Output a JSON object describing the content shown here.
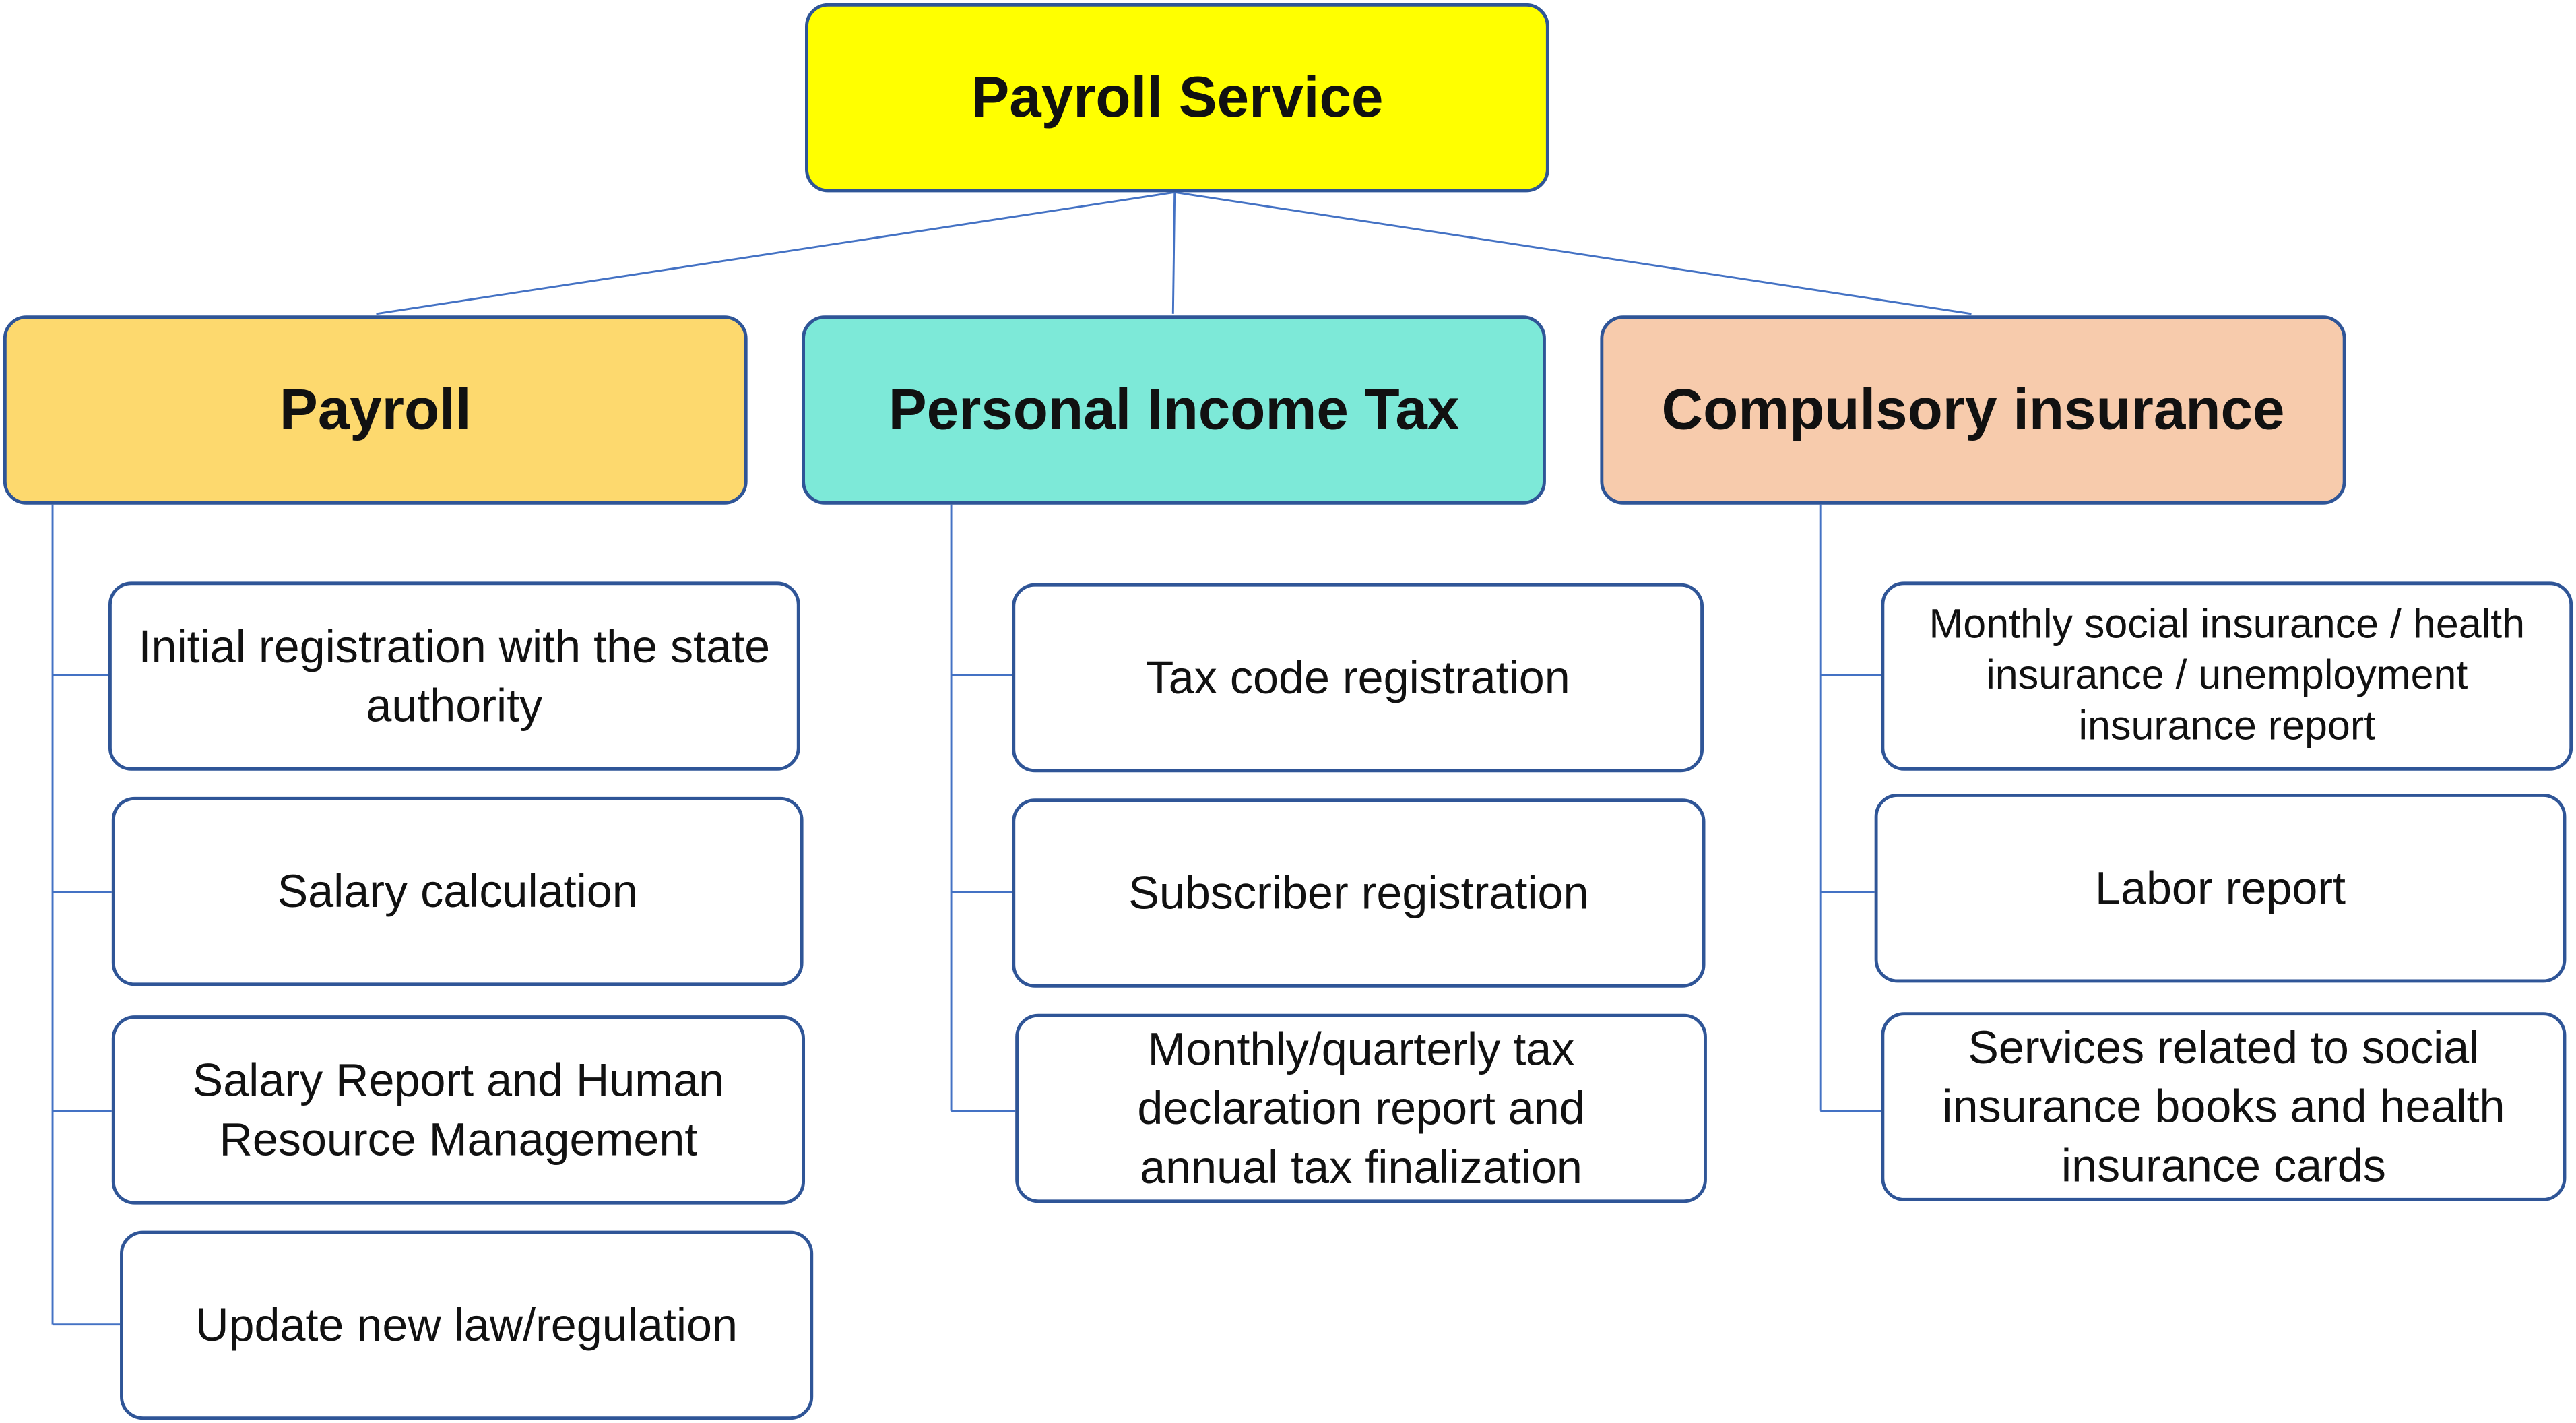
{
  "root": {
    "label": "Payroll Service",
    "color": "#FFFF00"
  },
  "categories": [
    {
      "label": "Payroll",
      "color": "#FDD96E",
      "items": [
        "Initial registration with the state authority",
        "Salary calculation",
        "Salary Report and Human Resource Management",
        "Update new law/regulation"
      ]
    },
    {
      "label": "Personal Income Tax",
      "color": "#7DE9D8",
      "items": [
        "Tax code registration",
        "Subscriber registration",
        "Monthly/quarterly tax declaration report and annual tax finalization"
      ]
    },
    {
      "label": "Compulsory insurance",
      "color": "#F7CBAC",
      "items": [
        "Monthly social insurance / health insurance / unemployment insurance report",
        "Labor report",
        "Services related to social insurance books and health insurance cards"
      ]
    }
  ],
  "colors": {
    "border": "#2F5597",
    "connector": "#4472C4"
  }
}
